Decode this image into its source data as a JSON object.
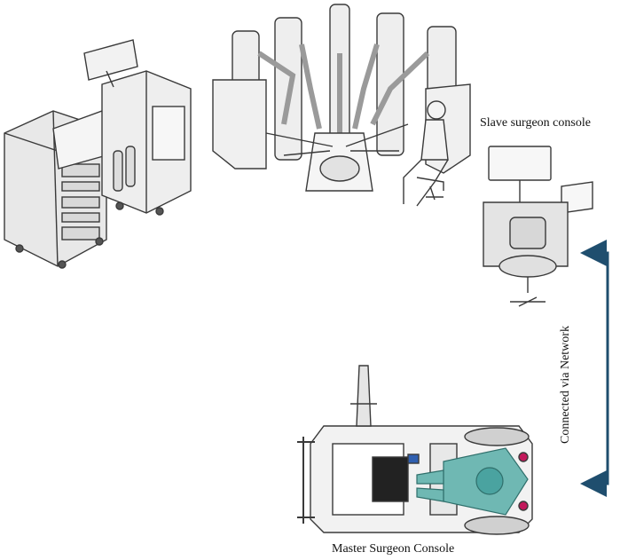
{
  "labels": {
    "slave_console": "Slave surgeon console",
    "master_console": "Master Surgeon Console",
    "connection": "Connected via Network"
  },
  "colors": {
    "line_art": "#3a3a3a",
    "equipment_fill": "#eeeeee",
    "arrow": "#1f4e6e",
    "surgeon_teal": "#6fb8b3",
    "accent_blue": "#2f5fb0"
  }
}
